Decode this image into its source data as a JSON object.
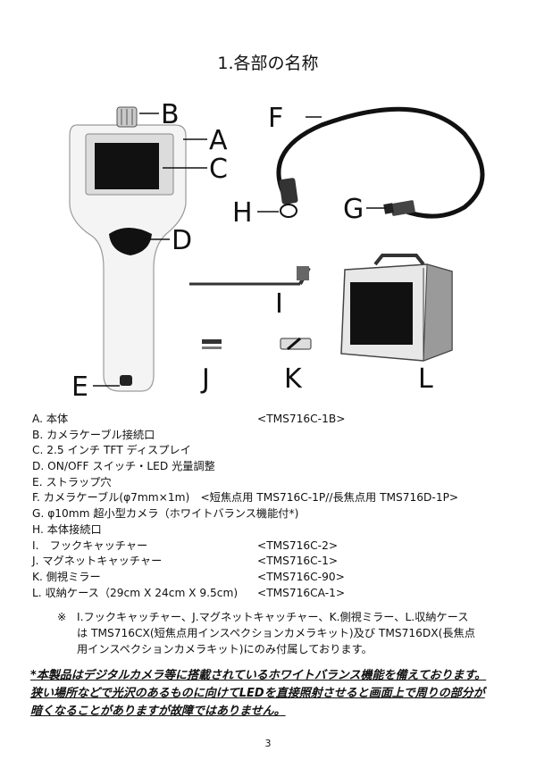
{
  "title": "1.各部の名称",
  "labels": {
    "A": "A",
    "B": "B",
    "C": "C",
    "D": "D",
    "E": "E",
    "F": "F",
    "G": "G",
    "H": "H",
    "I": "I",
    "J": "J",
    "K": "K",
    "L": "L"
  },
  "parts": [
    {
      "name": "A. 本体",
      "code": "<TMS716C-1B>"
    },
    {
      "name": "B. カメラケーブル接続口",
      "code": ""
    },
    {
      "name": "C. 2.5 インチ TFT ディスプレイ",
      "code": ""
    },
    {
      "name": "D. ON/OFF スイッチ・LED 光量調整",
      "code": ""
    },
    {
      "name": "E. ストラップ穴",
      "code": ""
    },
    {
      "name": "F. カメラケーブル(φ7mm×1m)　<短焦点用 TMS716C-1P//長焦点用 TMS716D-1P>",
      "code": ""
    },
    {
      "name": "G. φ10mm 超小型カメラ（ホワイトバランス機能付*)",
      "code": ""
    },
    {
      "name": "H. 本体接続口",
      "code": ""
    },
    {
      "name": "I.　フックキャッチャー",
      "code": "<TMS716C-2>"
    },
    {
      "name": "J. マグネットキャッチャー",
      "code": "<TMS716C-1>"
    },
    {
      "name": "K. 側視ミラー",
      "code": "<TMS716C-90>"
    },
    {
      "name": "L. 収納ケース（29cm X 24cm X 9.5cm)",
      "code": "<TMS716CA-1>"
    }
  ],
  "note": {
    "mark": "※",
    "lines": [
      "I.フックキャッチャー、J.マグネットキャッチャー、K.側視ミラー、L.収納ケース",
      "は TMS716CX(短焦点用インスペクションカメラキット)及び TMS716DX(長焦点",
      "用インスペクションカメラキット)にのみ付属しております。"
    ]
  },
  "warning": [
    "*本製品はデジタルカメラ等に搭載されているホワイトバランス機能を備えております。",
    "狭い場所などで光沢のあるものに向けてLEDを直接照射させると画面上で周りの部分が",
    "暗くなることがありますが故障ではありません。"
  ],
  "page_number": "3"
}
